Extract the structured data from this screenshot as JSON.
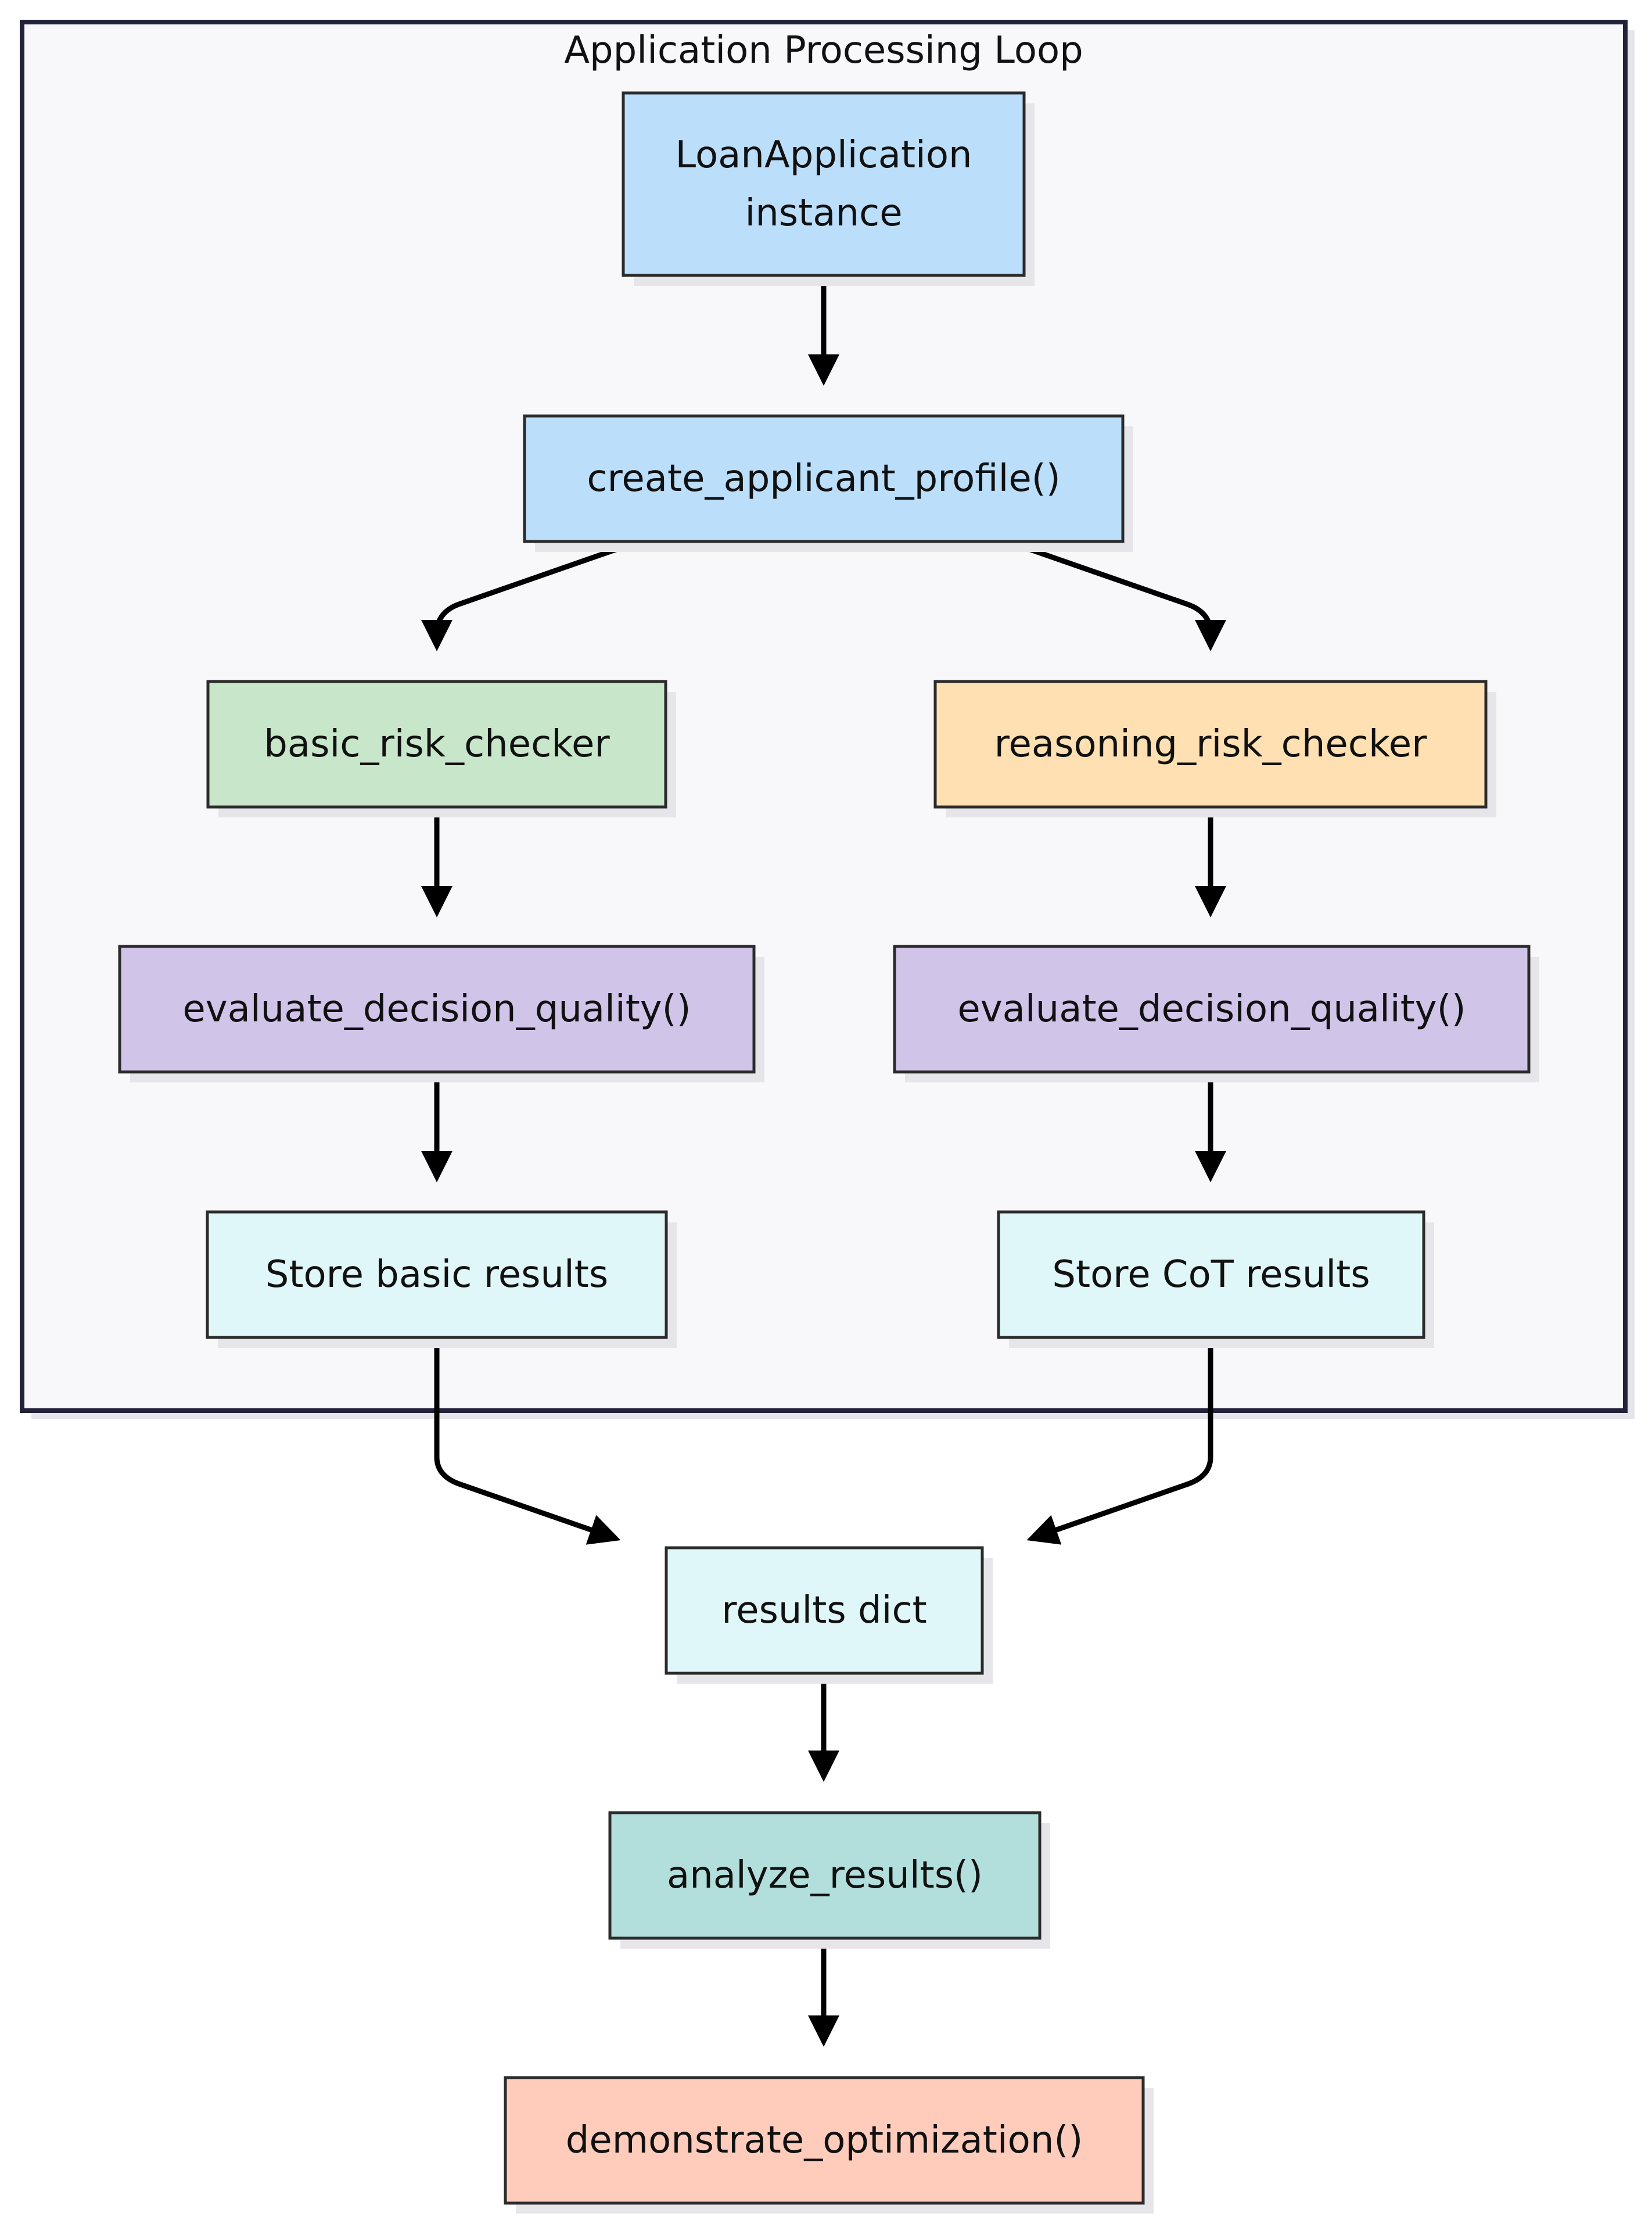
{
  "group": {
    "label": "Application Processing Loop"
  },
  "nodes": {
    "loan_application": {
      "lines": [
        "LoanApplication",
        "instance"
      ],
      "fill": "#bbdefb"
    },
    "create_profile": {
      "lines": [
        "create_applicant_profile()"
      ],
      "fill": "#bbdefb"
    },
    "basic_checker": {
      "lines": [
        "basic_risk_checker"
      ],
      "fill": "#c8e6c9"
    },
    "reasoning_checker": {
      "lines": [
        "reasoning_risk_checker"
      ],
      "fill": "#ffe0b2"
    },
    "eval_basic": {
      "lines": [
        "evaluate_decision_quality()"
      ],
      "fill": "#d1c4e9"
    },
    "eval_reasoning": {
      "lines": [
        "evaluate_decision_quality()"
      ],
      "fill": "#d1c4e9"
    },
    "store_basic": {
      "lines": [
        "Store basic results"
      ],
      "fill": "#e0f7fa"
    },
    "store_cot": {
      "lines": [
        "Store CoT results"
      ],
      "fill": "#e0f7fa"
    },
    "results_dict": {
      "lines": [
        "results dict"
      ],
      "fill": "#e0f7fa"
    },
    "analyze": {
      "lines": [
        "analyze_results()"
      ],
      "fill": "#b2dfdb"
    },
    "demonstrate": {
      "lines": [
        "demonstrate_optimization()"
      ],
      "fill": "#ffccbc"
    }
  },
  "colors": {
    "group_fill": "#f8f8fb",
    "group_border": "#22223a",
    "edge": "#000000"
  }
}
